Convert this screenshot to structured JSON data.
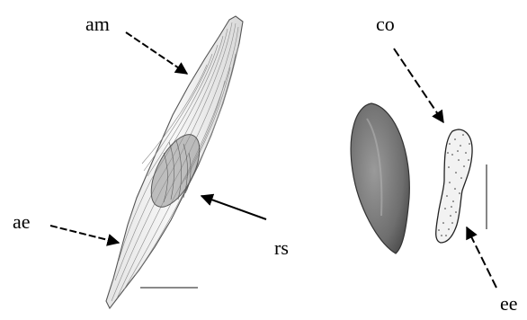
{
  "labels": {
    "am": "am",
    "ae": "ae",
    "rs": "rs",
    "co": "co",
    "ee": "ee"
  }
}
